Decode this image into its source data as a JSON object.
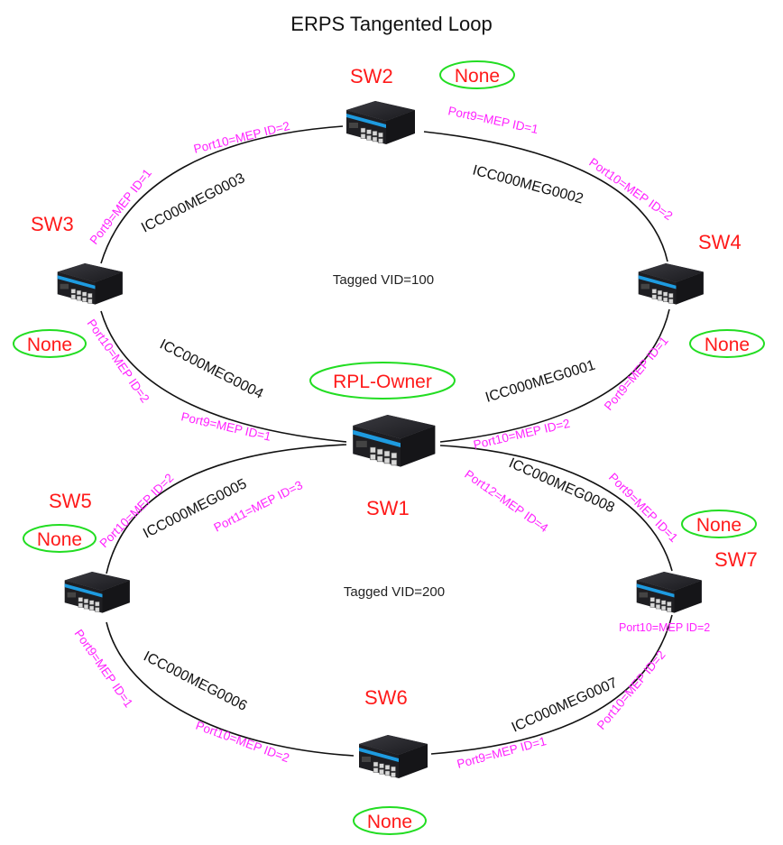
{
  "title": "ERPS Tangented Loop",
  "colors": {
    "switch_label": "#ff1a1a",
    "role_text": "#ff1a1a",
    "role_oval": "#22dd22",
    "port_label": "#ff22ff",
    "meg_label": "#111111",
    "link": "#111111"
  },
  "switches": [
    {
      "id": "SW1",
      "name": "SW1",
      "role": "RPL-Owner",
      "icon": "industrial-switch-icon"
    },
    {
      "id": "SW2",
      "name": "SW2",
      "role": "None",
      "icon": "industrial-switch-icon"
    },
    {
      "id": "SW3",
      "name": "SW3",
      "role": "None",
      "icon": "industrial-switch-icon"
    },
    {
      "id": "SW4",
      "name": "SW4",
      "role": "None",
      "icon": "industrial-switch-icon"
    },
    {
      "id": "SW5",
      "name": "SW5",
      "role": "None",
      "icon": "industrial-switch-icon"
    },
    {
      "id": "SW6",
      "name": "SW6",
      "role": "None",
      "icon": "industrial-switch-icon"
    },
    {
      "id": "SW7",
      "name": "SW7",
      "role": "None",
      "icon": "industrial-switch-icon"
    }
  ],
  "rings": [
    {
      "label": "Tagged VID=100"
    },
    {
      "label": "Tagged VID=200"
    }
  ],
  "links": [
    {
      "meg": "ICC000MEG0001",
      "from": "SW1",
      "to": "SW4",
      "from_port": "Port10=MEP ID=2",
      "to_port": "Port9=MEP ID=1"
    },
    {
      "meg": "ICC000MEG0002",
      "from": "SW4",
      "to": "SW2",
      "from_port": "Port10=MEP ID=2",
      "to_port": "Port9=MEP ID=1"
    },
    {
      "meg": "ICC000MEG0003",
      "from": "SW2",
      "to": "SW3",
      "from_port": "Port10=MEP ID=2",
      "to_port": "Port9=MEP ID=1"
    },
    {
      "meg": "ICC000MEG0004",
      "from": "SW3",
      "to": "SW1",
      "from_port": "Port10=MEP ID=2",
      "to_port": "Port9=MEP ID=1"
    },
    {
      "meg": "ICC000MEG0005",
      "from": "SW1",
      "to": "SW5",
      "from_port": "Port11=MEP ID=3",
      "to_port": "Port10=MEP ID=2"
    },
    {
      "meg": "ICC000MEG0006",
      "from": "SW5",
      "to": "SW6",
      "from_port": "Port9=MEP ID=1",
      "to_port": "Port10=MEP ID=2"
    },
    {
      "meg": "ICC000MEG0007",
      "from": "SW6",
      "to": "SW7",
      "from_port": "Port9=MEP ID=1",
      "to_port": "Port10=MEP ID=2"
    },
    {
      "meg": "ICC000MEG0008",
      "from": "SW7",
      "to": "SW1",
      "from_port": "Port9=MEP ID=1",
      "to_port": "Port12=MEP ID=4"
    }
  ],
  "extra_labels": {
    "sw7_port10_horizontal": "Port10=MEP ID=2"
  }
}
